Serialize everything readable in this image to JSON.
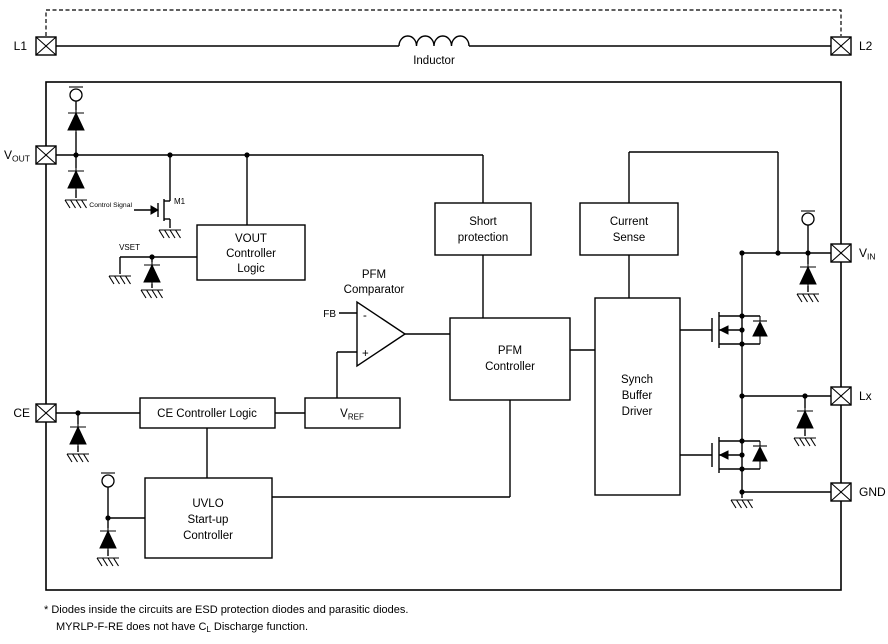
{
  "pins": {
    "l1": {
      "label": "L1"
    },
    "l2": {
      "label": "L2"
    },
    "vout": {
      "main": "V",
      "sub": "OUT"
    },
    "ce": {
      "label": "CE"
    },
    "vin": {
      "main": "V",
      "sub": "IN"
    },
    "lx": {
      "label": "Lx"
    },
    "gnd": {
      "label": "GND"
    }
  },
  "inductor": {
    "label": "Inductor"
  },
  "blocks": {
    "vout_ctrl": {
      "lines": [
        "VOUT",
        "Controller",
        "Logic"
      ]
    },
    "short_protection": {
      "lines": [
        "Short",
        "protection"
      ]
    },
    "current_sense": {
      "lines": [
        "Current",
        "Sense"
      ]
    },
    "pfm_comparator": {
      "lines": [
        "PFM",
        "Comparator"
      ]
    },
    "pfm_controller": {
      "lines": [
        "PFM",
        "Controller"
      ]
    },
    "synch_buffer": {
      "lines": [
        "Synch",
        "Buffer",
        "Driver"
      ]
    },
    "ce_ctrl": {
      "label": "CE Controller Logic"
    },
    "vref": {
      "main": "V",
      "sub": "REF"
    },
    "uvlo": {
      "lines": [
        "UVLO",
        "Start-up",
        "Controller"
      ]
    }
  },
  "labels": {
    "control_signal": "Control Signal",
    "m1": "M1",
    "vset": "VSET",
    "fb": "FB",
    "minus": "-",
    "plus": "+"
  },
  "footnotes": {
    "line1": "* Diodes inside the circuits are ESD protection diodes and parasitic diodes.",
    "line2_pre": "MYRLP-F-RE does not have C",
    "line2_sub": "L",
    "line2_post": " Discharge function."
  },
  "colors": {
    "stroke": "#000000",
    "background": "#ffffff"
  }
}
